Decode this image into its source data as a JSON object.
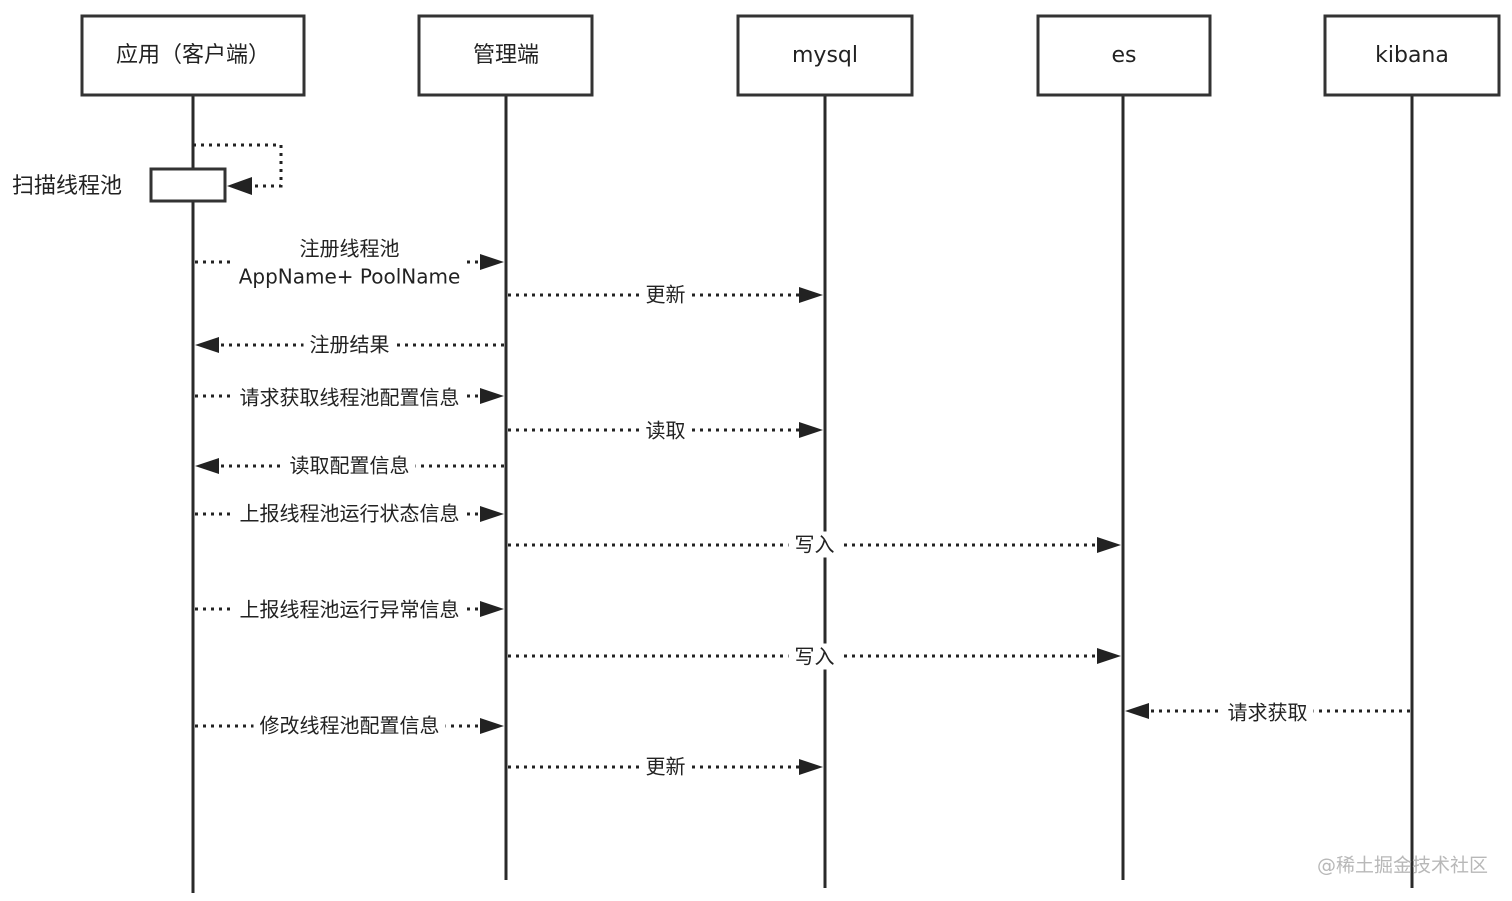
{
  "participants": [
    {
      "id": "client",
      "label": "应用（客户端）"
    },
    {
      "id": "admin",
      "label": "管理端"
    },
    {
      "id": "mysql",
      "label": "mysql"
    },
    {
      "id": "es",
      "label": "es"
    },
    {
      "id": "kibana",
      "label": "kibana"
    }
  ],
  "self_action": {
    "participant": "client",
    "label": "扫描线程池"
  },
  "messages": [
    {
      "from": "client",
      "to": "admin",
      "lines": [
        "注册线程池",
        "AppName+ PoolName"
      ]
    },
    {
      "from": "admin",
      "to": "mysql",
      "lines": [
        "更新"
      ]
    },
    {
      "from": "admin",
      "to": "client",
      "lines": [
        "注册结果"
      ]
    },
    {
      "from": "client",
      "to": "admin",
      "lines": [
        "请求获取线程池配置信息"
      ]
    },
    {
      "from": "admin",
      "to": "mysql",
      "lines": [
        "读取"
      ]
    },
    {
      "from": "admin",
      "to": "client",
      "lines": [
        "读取配置信息"
      ]
    },
    {
      "from": "client",
      "to": "admin",
      "lines": [
        "上报线程池运行状态信息"
      ]
    },
    {
      "from": "admin",
      "to": "es",
      "lines": [
        "写入"
      ]
    },
    {
      "from": "client",
      "to": "admin",
      "lines": [
        "上报线程池运行异常信息"
      ]
    },
    {
      "from": "admin",
      "to": "es",
      "lines": [
        "写入"
      ]
    },
    {
      "from": "kibana",
      "to": "es",
      "lines": [
        "请求获取"
      ]
    },
    {
      "from": "client",
      "to": "admin",
      "lines": [
        "修改线程池配置信息"
      ]
    },
    {
      "from": "admin",
      "to": "mysql",
      "lines": [
        "更新"
      ]
    }
  ],
  "watermark": "@稀土掘金技术社区"
}
